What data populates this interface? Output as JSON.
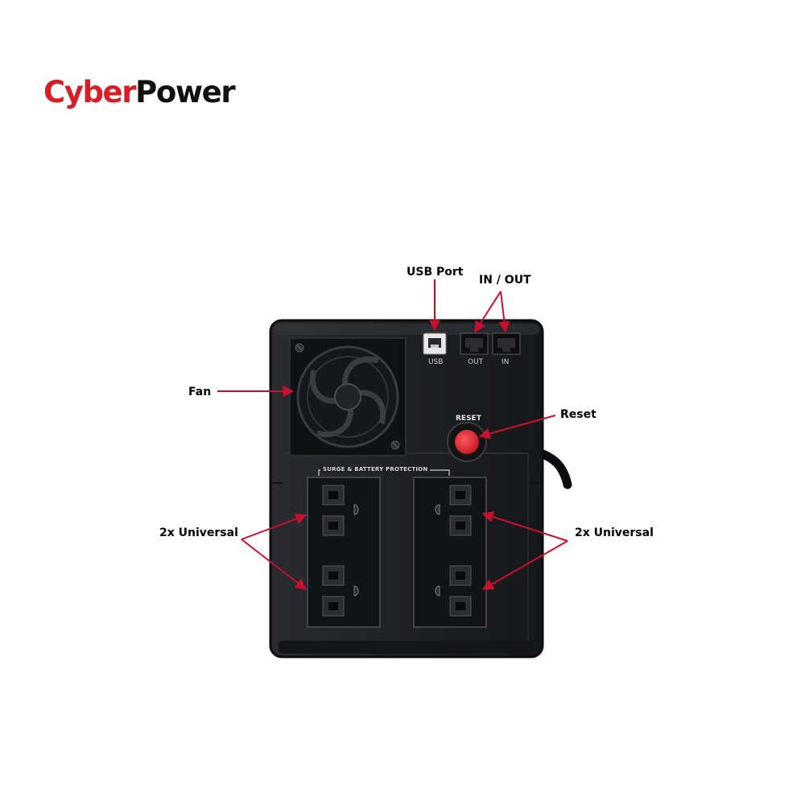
{
  "brand": {
    "part1": "Cyber",
    "part2": "Power",
    "color_primary": "#d71e25",
    "color_secondary": "#111111"
  },
  "callouts": {
    "usb_port": "USB Port",
    "in_out": "IN / OUT",
    "fan": "Fan",
    "reset": "Reset",
    "universal_left": "2x Universal",
    "universal_right": "2x Universal"
  },
  "device_labels": {
    "usb": "USB",
    "out": "OUT",
    "in": "IN",
    "reset": "RESET",
    "protection": "SURGE & BATTERY PROTECTION"
  },
  "colors": {
    "arrow": "#c8102e",
    "body": "#1d1e22",
    "reset_button": "#e3262f"
  },
  "icons": [
    "ups-rear-panel",
    "fan-icon",
    "usb-port-icon",
    "rj45-port-icon",
    "reset-button-icon",
    "universal-outlet-icon",
    "power-cord-icon"
  ]
}
